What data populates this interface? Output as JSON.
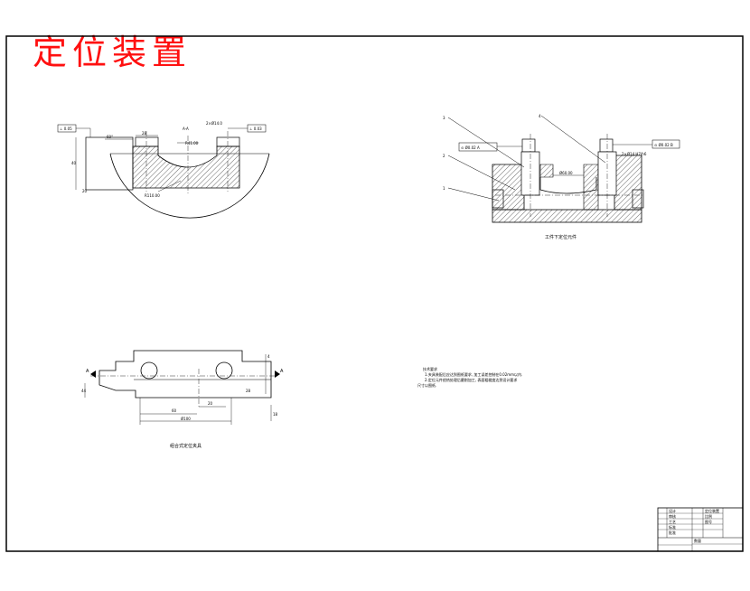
{
  "title": "定位装置",
  "views": {
    "left_top": {
      "section_label": "A-A",
      "dim_radius_1": "R41.00",
      "dim_radius_2": "R110.00",
      "dim_angle": "60°",
      "dim_width": "28",
      "dim_height": "40",
      "dim_bottom": "20",
      "tol_left": "⊥ 0.05",
      "tol_right": "⊥ 0.03",
      "tol_center": "2×Ø14.0"
    },
    "right_top": {
      "callouts": [
        "3",
        "2",
        "1",
        "4"
      ],
      "dim_center": "Ø60.00",
      "tol_left": "⊙ Ø0.02 A",
      "tol_right": "⊙ Ø0.02 B",
      "note_right": "2×Ø14 H7/h6",
      "caption": "工件下定位元件"
    },
    "left_bottom": {
      "view_marker": "A",
      "dims": [
        "44",
        "20",
        "28",
        "60",
        "Ø100",
        "4",
        "18"
      ],
      "caption": "组合式定位夹具"
    },
    "notes": {
      "heading": "技术要求",
      "lines": [
        "1.夹具装配后应达到图纸要求, 加工误差控制在0.02mm以内.",
        "2.定位元件经热处理后磨削加工, 表面粗糙度达到设计要求",
        "尺寸以图纸."
      ]
    },
    "title_block": {
      "rows": [
        "设计",
        "审核",
        "工艺",
        "标准",
        "批准"
      ],
      "right_cells": [
        "定位装置",
        "比例",
        "图号",
        "数量"
      ]
    }
  },
  "colors": {
    "title": "#ff1010",
    "line": "#000000",
    "hatch": "#444444"
  }
}
